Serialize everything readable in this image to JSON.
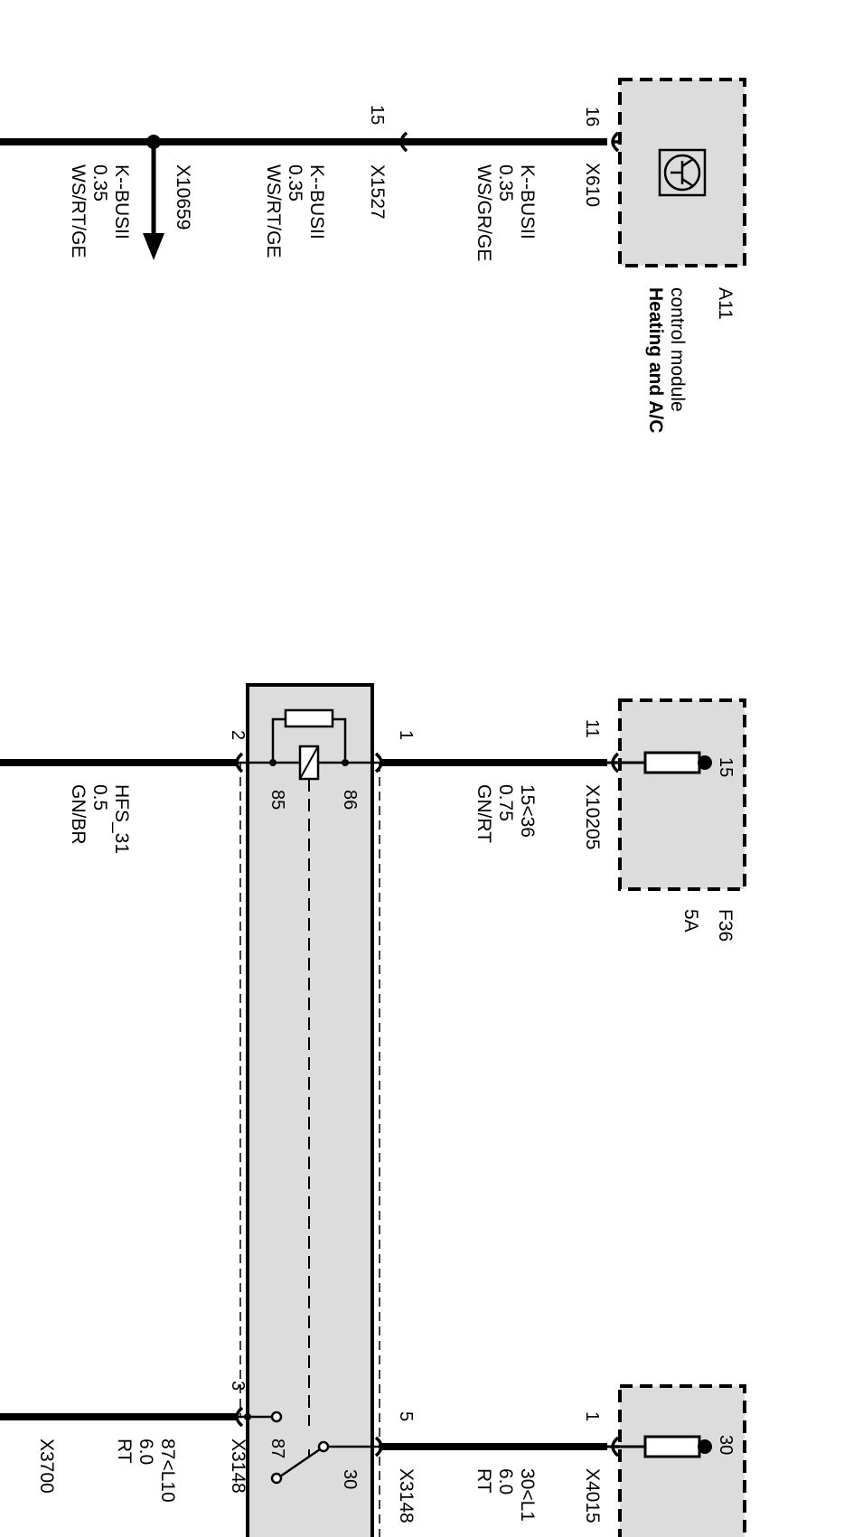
{
  "components": {
    "a11": {
      "ref": "A11",
      "title_1": "Heating and A/C",
      "title_2": "control module",
      "connector": "X610",
      "pin": "16",
      "icon": "transistor-icon"
    },
    "f36": {
      "ref": "F36",
      "rating": "5A",
      "pin_label": "15",
      "connector": "X10205",
      "pin": "11",
      "icon": "fuse-icon"
    },
    "f_bottom": {
      "pin_label": "30",
      "connector": "X4015",
      "pin": "1",
      "icon": "fuse-icon"
    },
    "relay": {
      "pin1": "1",
      "pin2": "2",
      "pin3": "3",
      "pin5": "5",
      "coil_86": "86",
      "coil_85": "85",
      "contact_87": "87",
      "contact_30": "30",
      "connector": "X3148",
      "connector_5": "X3148",
      "icon": "relay-icon"
    }
  },
  "wires": {
    "kbus_top": {
      "name": "K--BUSII",
      "size": "0.35",
      "color": "WS/GR/GE"
    },
    "kbus_mid": {
      "name": "K--BUSII",
      "size": "0.35",
      "color": "WS/RT/GE",
      "connector": "X1527",
      "pin": "15"
    },
    "kbus_low": {
      "name": "K--BUSII",
      "size": "0.35",
      "color": "WS/RT/GE",
      "splice": "X10659"
    },
    "w_15_36": {
      "name": "15<36",
      "size": "0.75",
      "color": "GN/RT"
    },
    "w_hfs": {
      "name": "HFS_31",
      "size": "0.5",
      "color": "GN/BR"
    },
    "w_30_l1": {
      "name": "30<L1",
      "size": "6.0",
      "color": "RT"
    },
    "w_87_l10": {
      "name": "87<L10",
      "size": "6.0",
      "color": "RT",
      "connector": "X3700"
    }
  }
}
